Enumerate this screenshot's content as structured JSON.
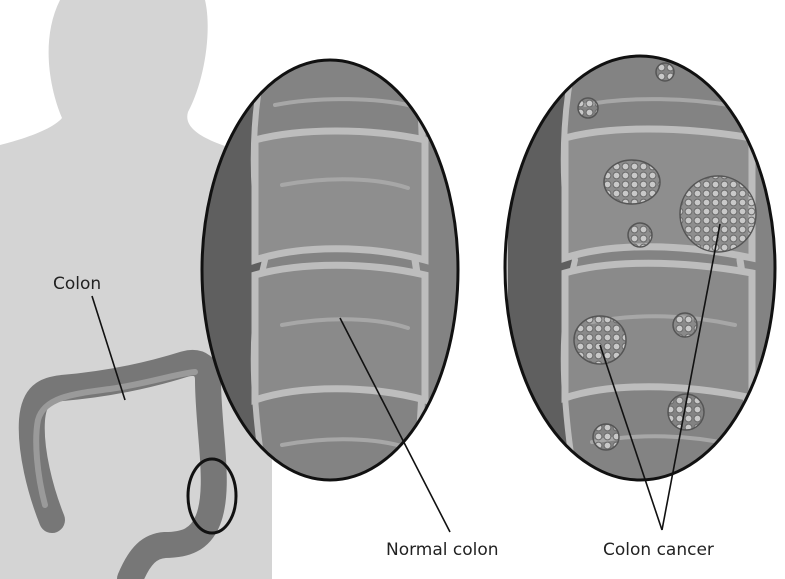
{
  "labels": {
    "colon": "Colon",
    "normal_colon": "Normal colon",
    "colon_cancer": "Colon cancer"
  },
  "colors": {
    "silhouette": "#d4d4d4",
    "colon_tissue": "#777777",
    "colon_light": "#9a9a9a",
    "colon_wall": "#bdbdbd",
    "tumor": "#a8a8a8",
    "outline": "#111111",
    "text": "#222222"
  }
}
